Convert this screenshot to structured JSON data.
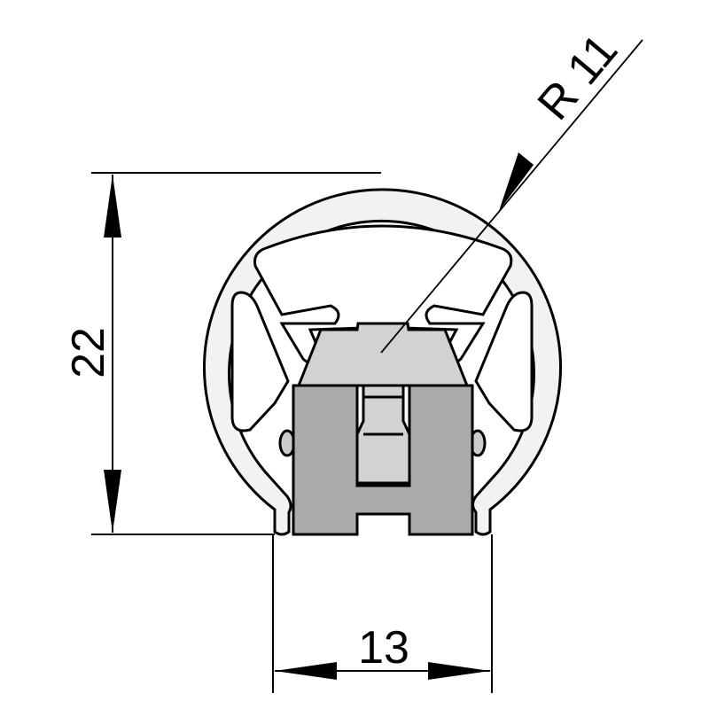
{
  "dimensions": {
    "height": "22",
    "width": "13",
    "radius": "R 11"
  },
  "colors": {
    "profile_fill": "#f2f2f2",
    "insert_light": "#d2d2d2",
    "insert_dark": "#aaaaaa",
    "line": "#000000"
  }
}
